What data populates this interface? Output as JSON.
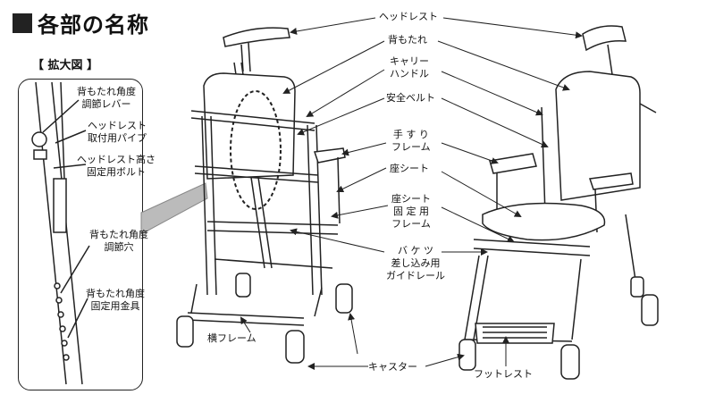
{
  "title": "各部の名称",
  "zoom_label": "【 拡大図 】",
  "zoom_labels": {
    "recline_lever": [
      "背もたれ角度",
      "調節レバー"
    ],
    "headrest_pipe": [
      "ヘッドレスト",
      "取付用パイプ"
    ],
    "headrest_bolt": [
      "ヘッドレスト高さ",
      "固定用ボルト"
    ],
    "recline_holes": [
      "背もたれ角度",
      "調節穴"
    ],
    "recline_bracket": [
      "背もたれ角度",
      "固定用金具"
    ]
  },
  "labels": {
    "headrest": "ヘッドレスト",
    "backrest": "背もたれ",
    "carry_handle": [
      "キャリー",
      "ハンドル"
    ],
    "safety_belt": "安全ベルト",
    "armrest_frame": [
      "手 す り",
      "フレーム"
    ],
    "seat": "座シート",
    "seat_frame": [
      "座シート",
      "固 定 用",
      "フレーム"
    ],
    "bucket_guide": [
      "バ ケ ツ",
      "差し込み用",
      "ガイドレール"
    ],
    "side_frame": "横フレーム",
    "caster": "キャスター",
    "footrest": "フットレスト"
  }
}
